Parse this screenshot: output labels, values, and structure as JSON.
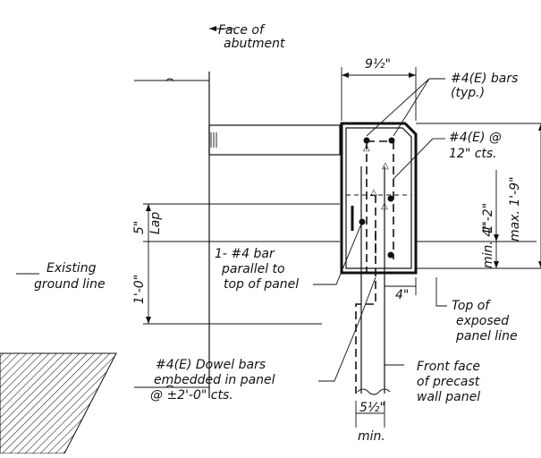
{
  "labels": {
    "face_of_abutment": [
      "Face of",
      "abutment"
    ],
    "rebar_typ": [
      "#4(E) bars",
      "(typ.)"
    ],
    "rebar_spacing": [
      "#4(E) @",
      "12\" cts."
    ],
    "existing_ground": [
      "Existing",
      "ground line"
    ],
    "parallel_bar": [
      "1- #4 bar",
      "parallel to",
      "top of panel"
    ],
    "top_of_exposed": [
      "Top of",
      "exposed",
      "panel line"
    ],
    "dowel_bars": [
      "#4(E) Dowel bars",
      "embedded in panel",
      "@ ±2'-0\" cts."
    ],
    "front_face": [
      "Front face",
      "of precast",
      "wall panel"
    ]
  },
  "dimensions": {
    "top_width": "9½\"",
    "lap_length": "5\"",
    "lap_word": "Lap",
    "embed_depth": "1'-0\"",
    "vertical_1": "1'-2\"",
    "vertical_2": "min. 4\"",
    "overall_height": "max. 1'-9\"",
    "offset_4": "4\"",
    "panel_thickness": "5½\"",
    "panel_min": "min."
  }
}
